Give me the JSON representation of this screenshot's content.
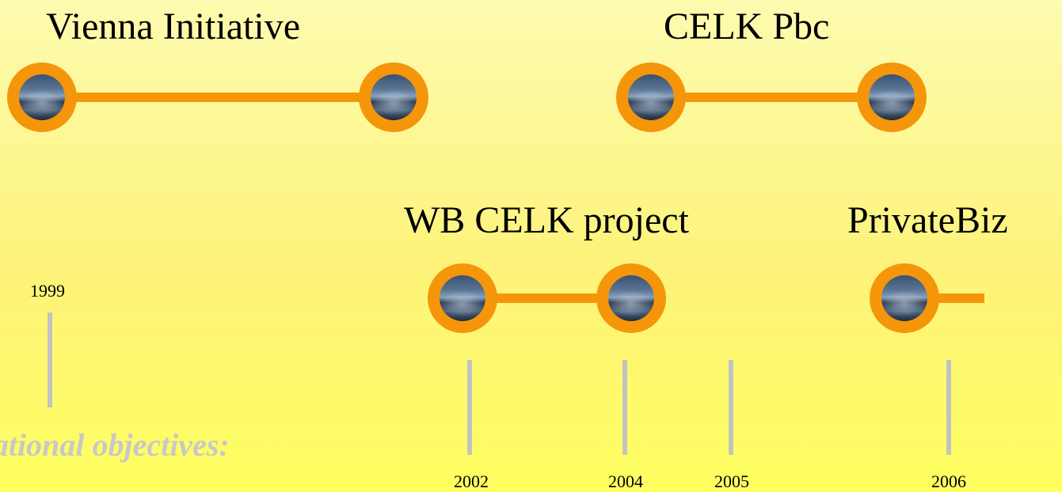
{
  "phases": [
    {
      "label": "Vienna Initiative"
    },
    {
      "label": "CELK Pbc"
    },
    {
      "label": "WB CELK project"
    },
    {
      "label": "PrivateBiz"
    }
  ],
  "years": [
    "1999",
    "2002",
    "2004",
    "2005",
    "2006"
  ],
  "objective_text": "nisational objectives:",
  "colors": {
    "accent": "#f5960a",
    "tick": "#c2c2c2",
    "faded_text": "#c8c8c8"
  }
}
